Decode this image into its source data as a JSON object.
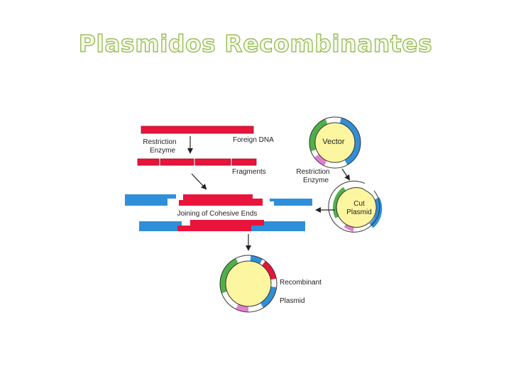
{
  "title": "Plasmidos Recombinantes",
  "labels": {
    "foreign_dna": "Foreign DNA",
    "restriction_enzyme_1_line1": "Restriction",
    "restriction_enzyme_1_line2": "Enzyme",
    "fragments": "Fragments",
    "vector": "Vector",
    "restriction_enzyme_2_line1": "Restriction",
    "restriction_enzyme_2_line2": "Enzyme",
    "cut_plasmid_line1": "Cut",
    "cut_plasmid_line2": "Plasmid",
    "joining": "Joining of Cohesive Ends",
    "recombinant": "Recombinant",
    "plasmid": "Plasmid"
  },
  "colors": {
    "title_fill": "#f4f9e6",
    "title_stroke": "#8cb446",
    "foreign_dna": "#e8143c",
    "vector_dna": "#2f8fd8",
    "plasmid_interior": "#fdf6a0",
    "green_segment": "#4fb04a",
    "pink_segment": "#e27fd0",
    "arrow": "#222222"
  }
}
